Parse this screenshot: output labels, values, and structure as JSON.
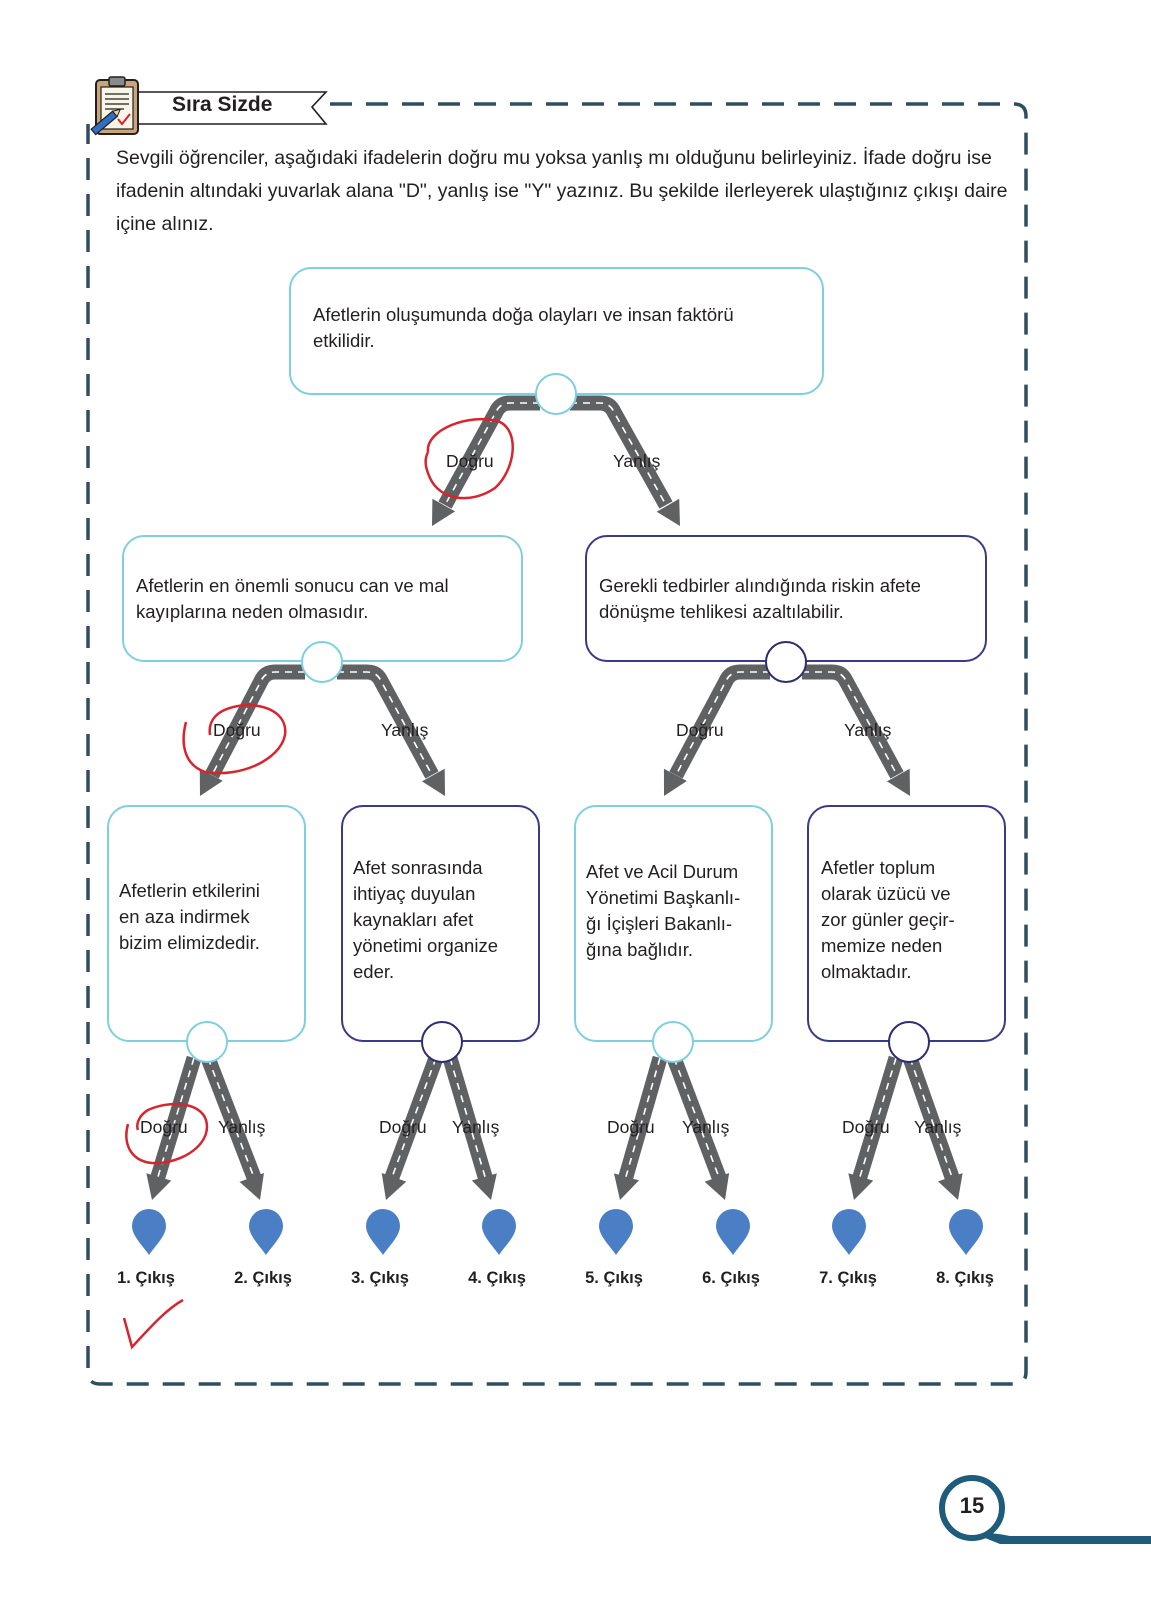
{
  "header": {
    "title": "Sıra Sizde",
    "icon": "clipboard-pencil-icon"
  },
  "intro": "Sevgili öğrenciler, aşağıdaki ifadelerin doğru mu yoksa yanlış mı olduğunu belirleyiniz. İfade doğru ise ifadenin altındaki yuvarlak alana \"D\", yanlış ise \"Y\" yazınız. Bu şekilde ilerleyerek ulaştığınız çıkışı daire içine alınız.",
  "colors": {
    "light_border": "#7fd0df",
    "dark_border": "#3a3a8a",
    "road": "#5f6163",
    "pin": "#4a7fc6",
    "frame": "#2f4f5f",
    "handwriting": "#d9232d"
  },
  "statements": {
    "root": "Afetlerin oluşumunda doğa olayları ve insan faktörü etkilidir.",
    "level2": [
      "Afetlerin en önemli sonucu can ve mal kayıplarına neden olmasıdır.",
      "Gerekli tedbirler alındığında riskin afete dönüşme tehlikesi azaltılabilir."
    ],
    "level3": [
      "Afetlerin etkilerini\nen aza indirmek\nbizim elimizdedir.",
      "Afet sonrasında\nihtiyaç duyulan\nkaynakları afet\nyönetimi organize\neder.",
      "Afet ve Acil Durum\nYönetimi Başkanlı-\nğı İçişleri Bakanlı-\nğına bağlıdır.",
      "Afetler toplum\nolarak üzücü ve\nzor günler geçir-\nmemize neden\nolmaktadır."
    ]
  },
  "branch": {
    "true_label": "Doğru",
    "false_label": "Yanlış"
  },
  "exits": [
    "1. Çıkış",
    "2. Çıkış",
    "3. Çıkış",
    "4. Çıkış",
    "5. Çıkış",
    "6. Çıkış",
    "7. Çıkış",
    "8. Çıkış"
  ],
  "page_number": "15"
}
